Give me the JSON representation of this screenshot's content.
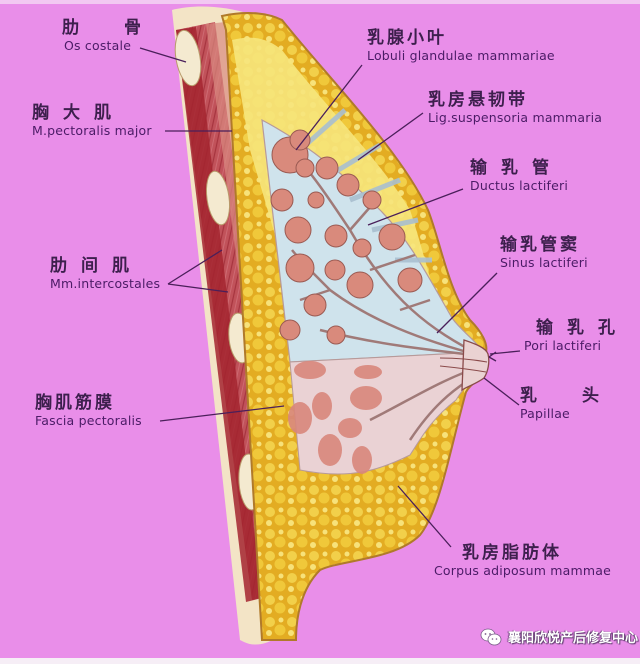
{
  "background_color": "#e98ee9",
  "labels": {
    "os_costale": {
      "zh": "肋　骨",
      "la": "Os costale"
    },
    "pectoralis_major": {
      "zh": "胸大肌",
      "la": "M.pectoralis major"
    },
    "intercostales": {
      "zh": "肋间肌",
      "la": "Mm.intercostales"
    },
    "fascia_pectoralis": {
      "zh": "胸肌筋膜",
      "la": "Fascia pectoralis"
    },
    "lobuli": {
      "zh": "乳腺小叶",
      "la": "Lobuli glandulae mammariae"
    },
    "lig_suspensoria": {
      "zh": "乳房悬韧带",
      "la": "Lig.suspensoria mammaria"
    },
    "ductus": {
      "zh": "输乳管",
      "la": "Ductus lactiferi"
    },
    "sinus": {
      "zh": "输乳管窦",
      "la": "Sinus lactiferi"
    },
    "pori": {
      "zh": "输乳孔",
      "la": "Pori lactiferi"
    },
    "papillae": {
      "zh": "乳　头",
      "la": "Papillae"
    },
    "corpus_adiposum": {
      "zh": "乳房脂肪体",
      "la": "Corpus adiposum mammae"
    }
  },
  "watermark": {
    "icon": "wechat-icon",
    "text": "襄阳欣悦产后修复中心"
  },
  "colors": {
    "muscle": "#b8404a",
    "muscle_dark": "#8e1f2a",
    "bone": "#f3e6c4",
    "fat": "#e8b92a",
    "fat_light": "#f4e07a",
    "lobule": "#d8887a",
    "stroma": "#e9d6d6",
    "duct_bg": "#cfe3ec",
    "leader_line": "#4a1f5a"
  }
}
